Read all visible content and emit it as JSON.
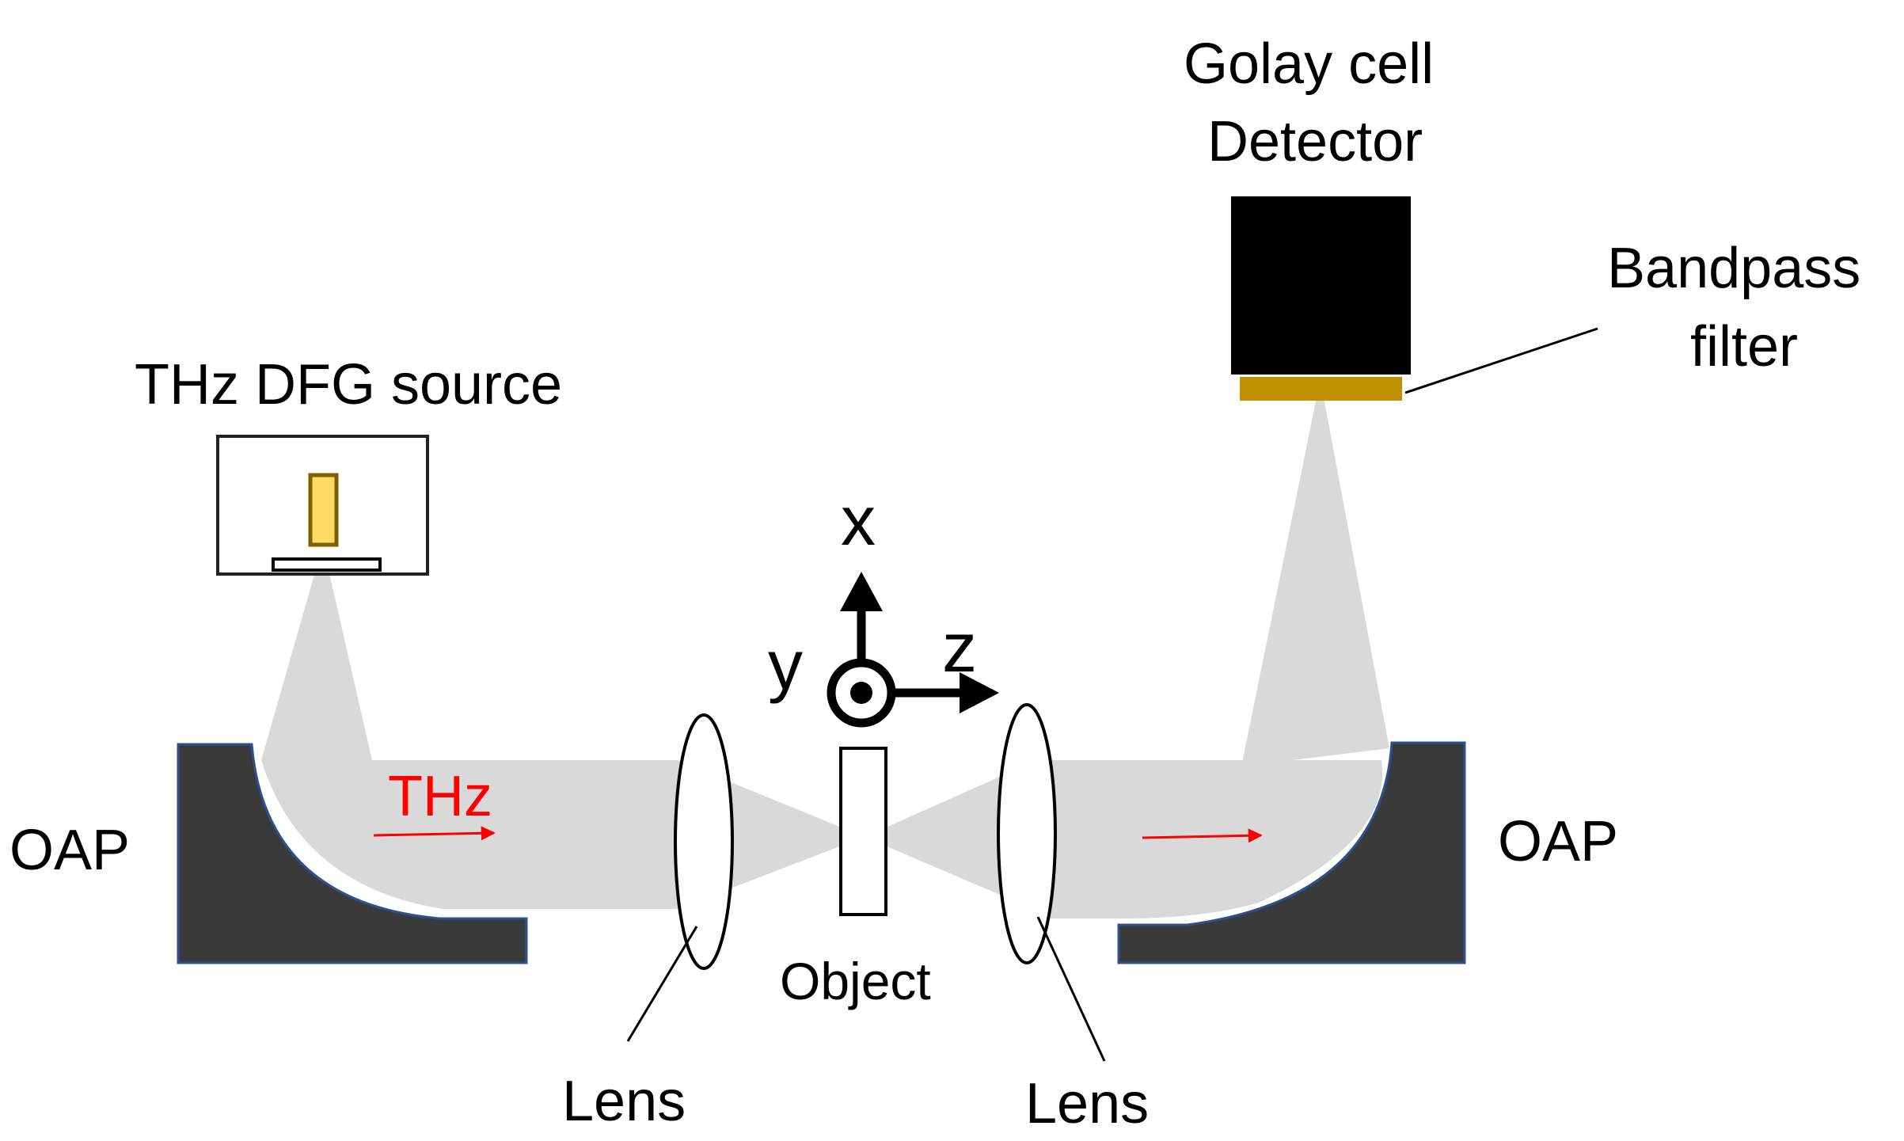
{
  "labels": {
    "source": "THz DFG source",
    "detector_line1": "Golay cell",
    "detector_line2": "Detector",
    "filter_line1": "Bandpass",
    "filter_line2": "filter",
    "oap_left": "OAP",
    "oap_right": "OAP",
    "thz": "THz",
    "axis_x": "x",
    "axis_y": "y",
    "axis_z": "z",
    "object": "Object",
    "lens_left": "Lens",
    "lens_right": "Lens"
  },
  "colors": {
    "beam": "#d9d9d9",
    "mirror": "#3a3a3a",
    "mirror_edge": "#2f4f8f",
    "detector": "#000000",
    "filter": "#bf9000",
    "crystal": "#ffd966",
    "crystal_edge": "#7f6000",
    "thz_arrow": "#ff0000"
  }
}
